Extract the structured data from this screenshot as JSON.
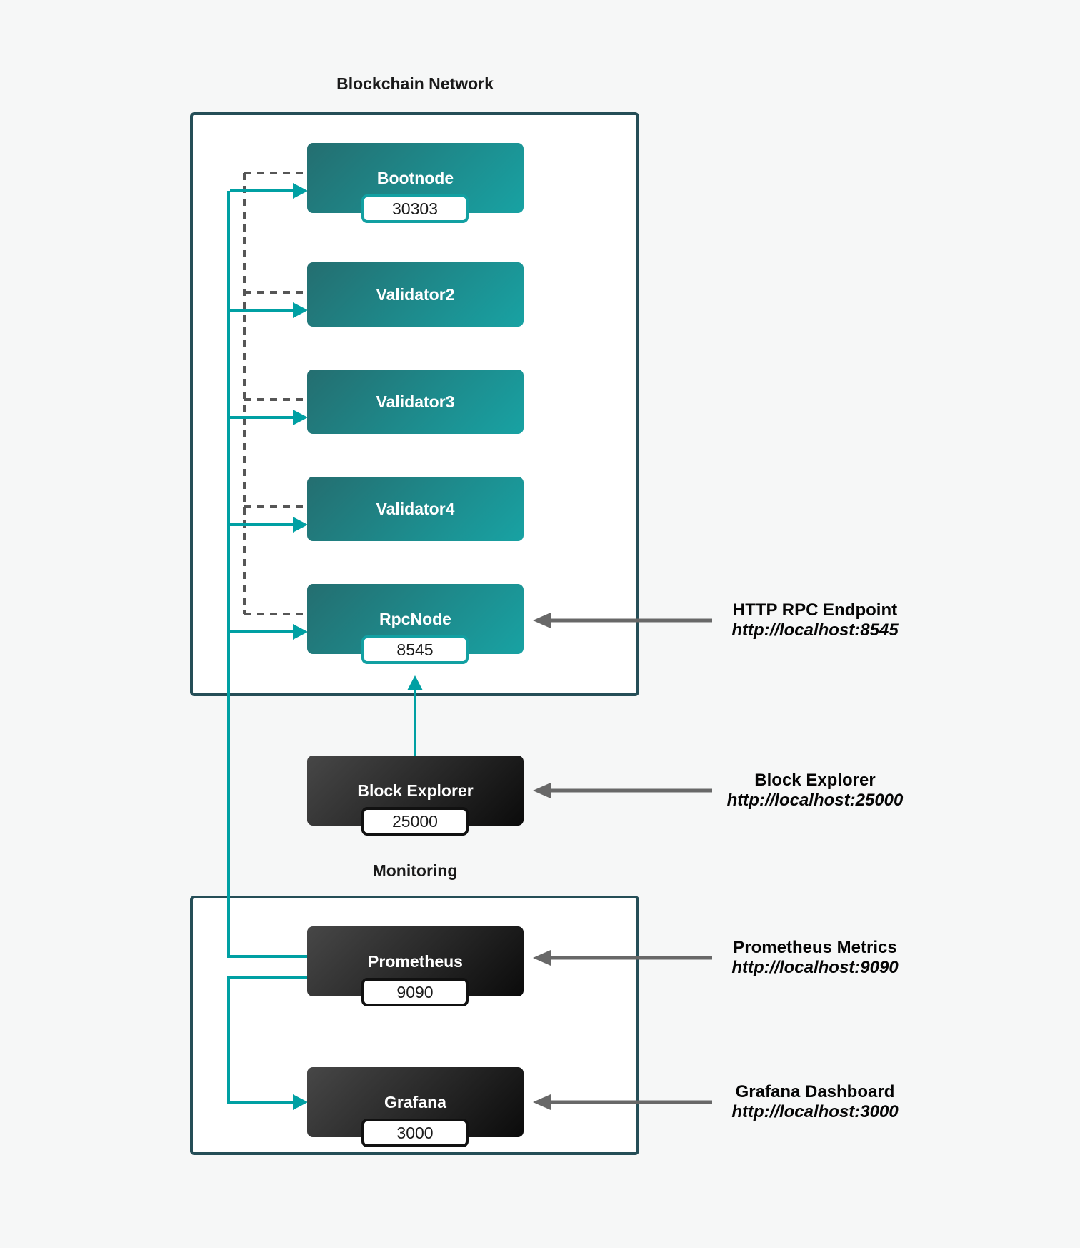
{
  "diagram": {
    "background_color": "#f6f7f7",
    "accent_teal": "#00a0a3",
    "container_border_color": "#254e57",
    "dashed_line_color": "#565656",
    "gray_arrow_color": "#686868",
    "groups": [
      {
        "id": "blockchain-network",
        "title": "Blockchain Network"
      },
      {
        "id": "monitoring",
        "title": "Monitoring"
      }
    ],
    "nodes": [
      {
        "id": "bootnode",
        "label": "Bootnode",
        "port": "30303",
        "style": "teal"
      },
      {
        "id": "validator2",
        "label": "Validator2",
        "port": "",
        "style": "teal"
      },
      {
        "id": "validator3",
        "label": "Validator3",
        "port": "",
        "style": "teal"
      },
      {
        "id": "validator4",
        "label": "Validator4",
        "port": "",
        "style": "teal"
      },
      {
        "id": "rpcnode",
        "label": "RpcNode",
        "port": "8545",
        "style": "teal"
      },
      {
        "id": "explorer",
        "label": "Block Explorer",
        "port": "25000",
        "style": "dark"
      },
      {
        "id": "prometheus",
        "label": "Prometheus",
        "port": "9090",
        "style": "dark"
      },
      {
        "id": "grafana",
        "label": "Grafana",
        "port": "3000",
        "style": "dark"
      }
    ],
    "annotations": [
      {
        "id": "rpc-endpoint",
        "title": "HTTP RPC Endpoint",
        "url": "http://localhost:8545"
      },
      {
        "id": "block-explorer",
        "title": "Block Explorer",
        "url": "http://localhost:25000"
      },
      {
        "id": "prometheus-metrics",
        "title": "Prometheus Metrics",
        "url": "http://localhost:9090"
      },
      {
        "id": "grafana-dashboard",
        "title": "Grafana Dashboard",
        "url": "http://localhost:3000"
      }
    ]
  }
}
